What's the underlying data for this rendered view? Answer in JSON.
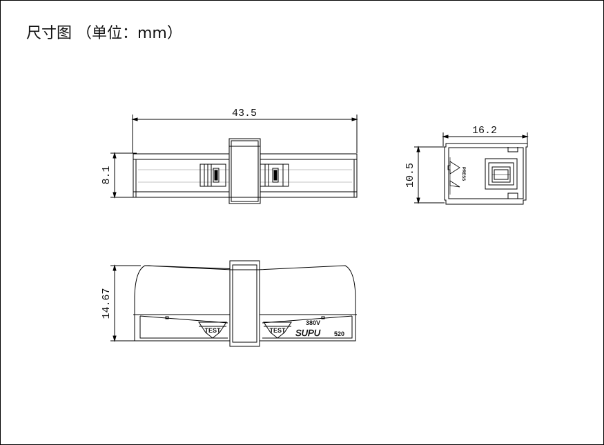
{
  "title": "尺寸图 （单位：mm）",
  "front_view": {
    "width_label": "43.5",
    "height_label": "8.1"
  },
  "side_view": {
    "width_label": "16.2",
    "height_label": "10.5",
    "press_label": "PRESS"
  },
  "bottom_view": {
    "height_label": "14.67",
    "test_label_left": "TEST",
    "test_label_right": "TEST",
    "voltage_label": "380V",
    "brand_label": "SUPU",
    "model_label": "520"
  }
}
